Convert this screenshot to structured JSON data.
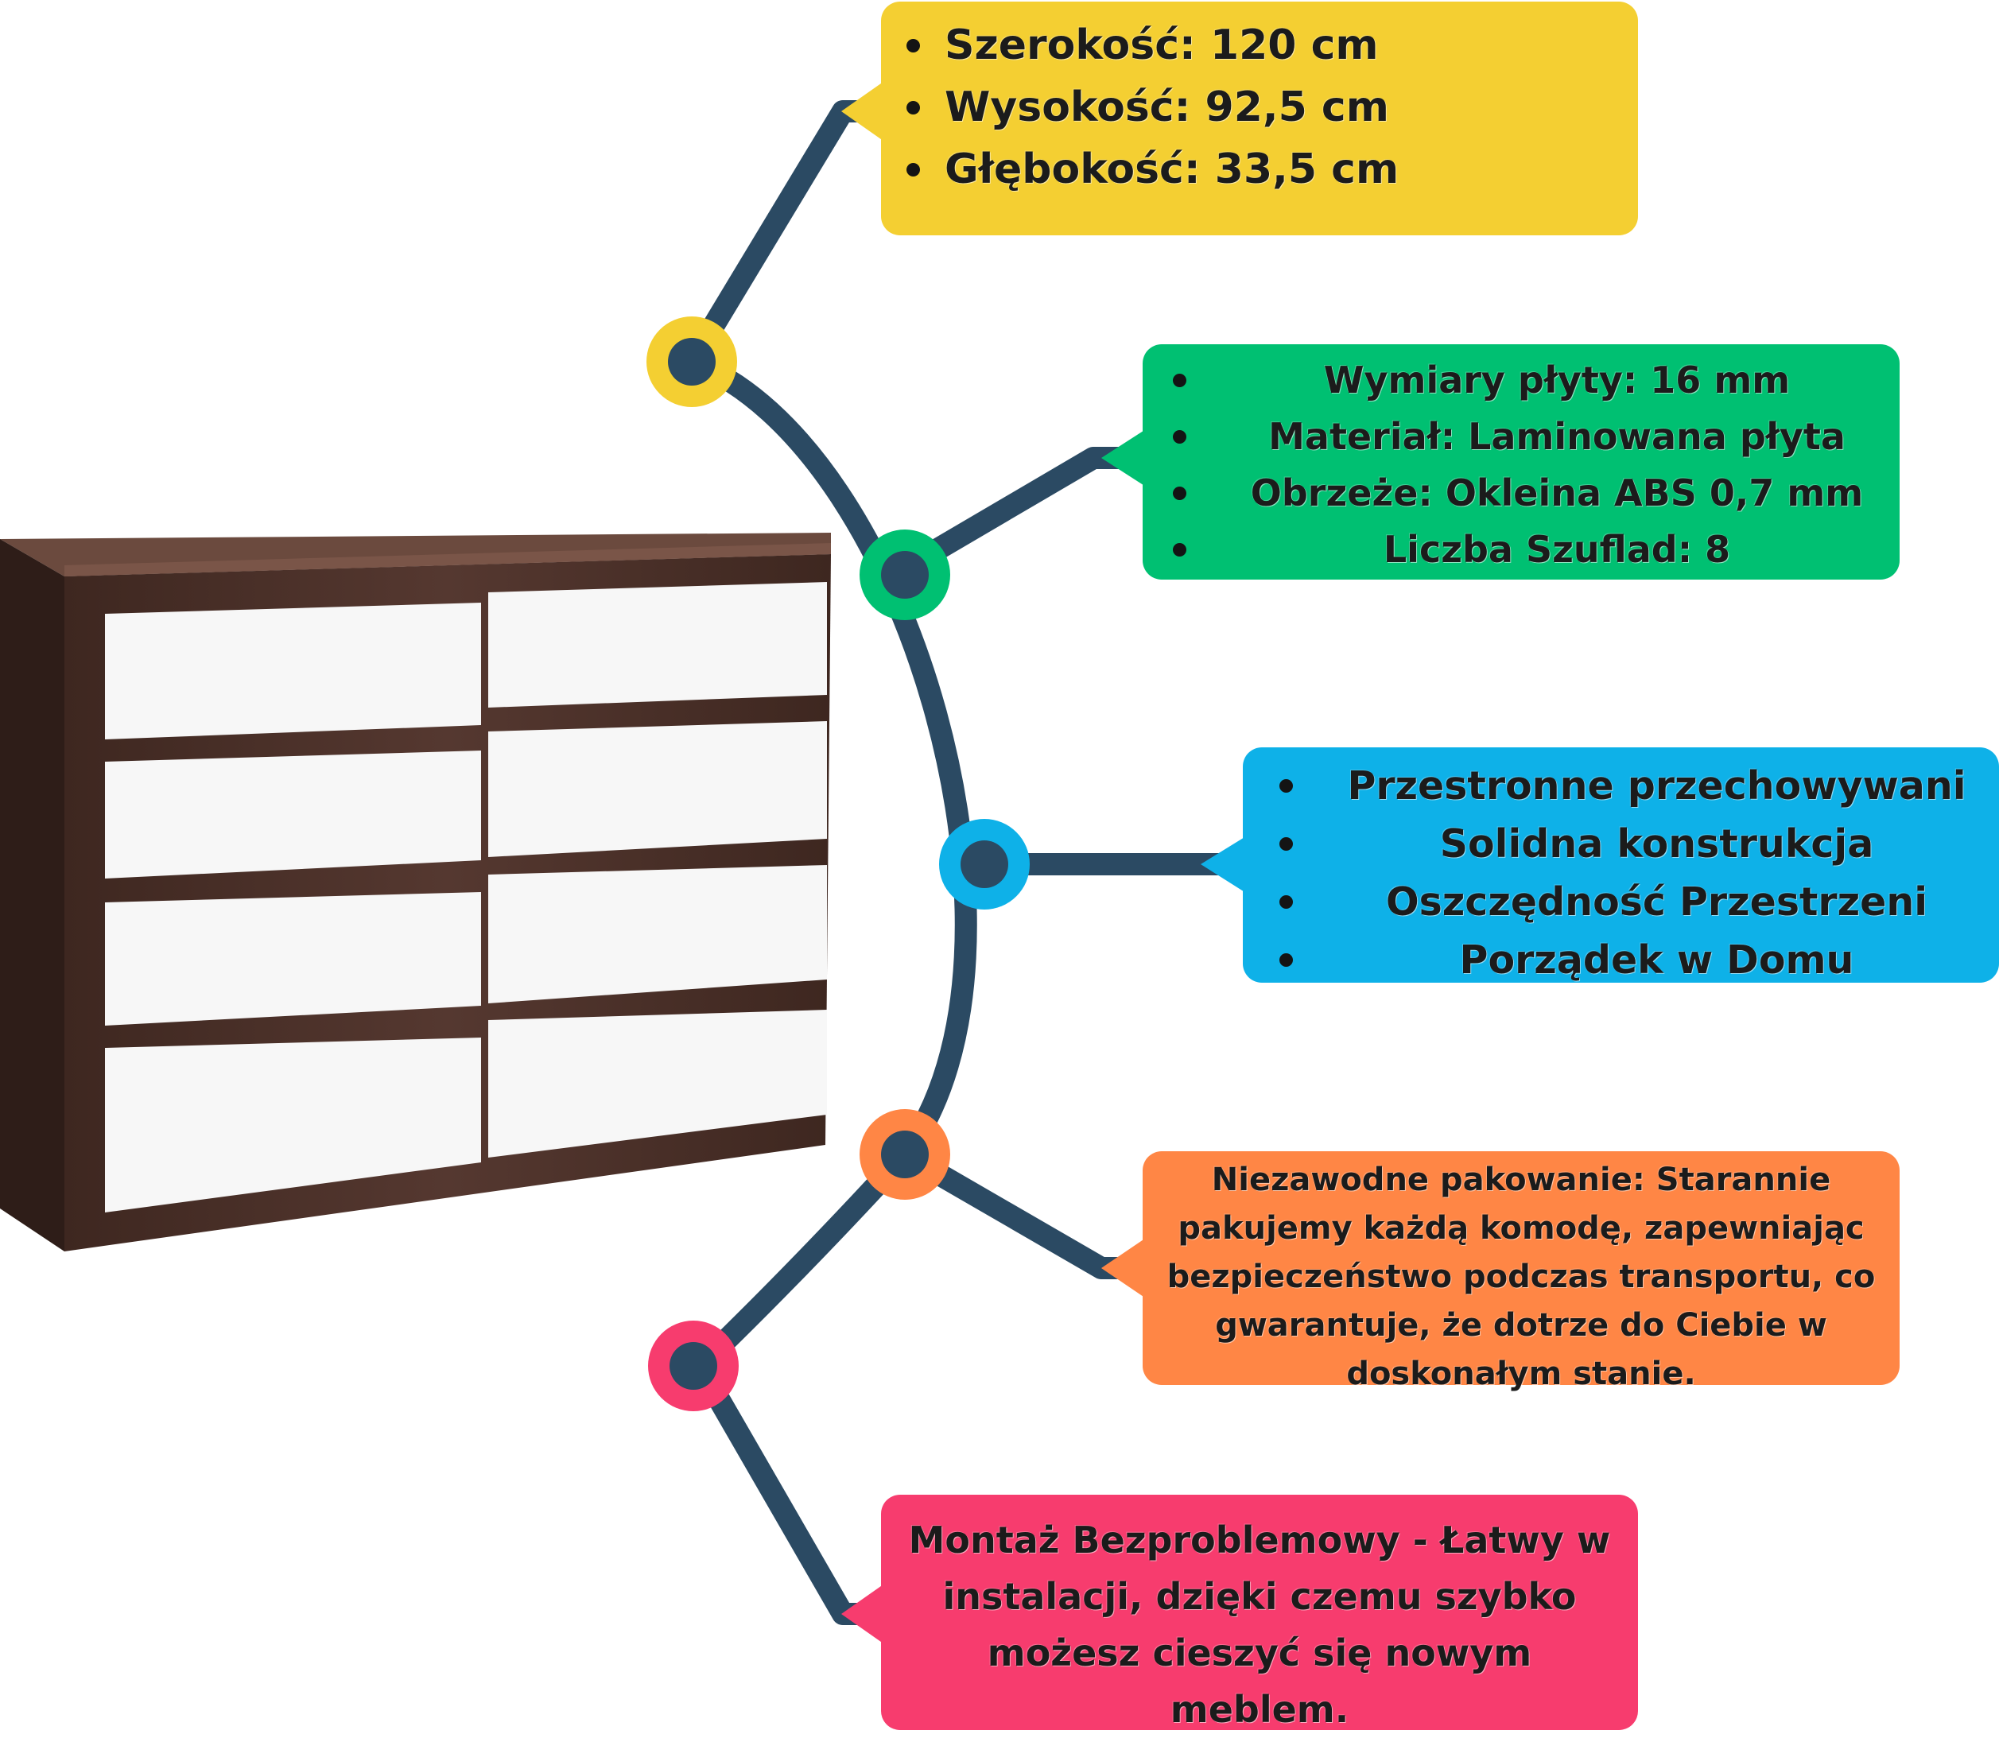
{
  "colors": {
    "connector": "#2B4A63",
    "dims": "#F4CF32",
    "material": "#00C072",
    "benefits": "#0EB1E8",
    "packing": "#FF8645",
    "assembly": "#F73C6E",
    "wood": "#4A2F27",
    "drawer_front": "#F7F7F7"
  },
  "illustration": {
    "subject": "dresser",
    "drawer_count": 8
  },
  "dims": {
    "items": [
      "Szerokość: 120 cm",
      "Wysokość: 92,5 cm",
      "Głębokość: 33,5 cm"
    ]
  },
  "material": {
    "items": [
      "Wymiary płyty: 16 mm",
      "Materiał: Laminowana płyta",
      "Obrzeże: Okleina ABS 0,7 mm",
      "Liczba Szuflad: 8"
    ]
  },
  "benefits": {
    "items": [
      "Przestronne przechowywani",
      "Solidna konstrukcja",
      "Oszczędność Przestrzeni",
      "Porządek w Domu"
    ]
  },
  "packing": {
    "lines": [
      "Niezawodne pakowanie: Starannie",
      "pakujemy każdą komodę, zapewniając",
      "bezpieczeństwo podczas transportu, co",
      "gwarantuje, że dotrze do Ciebie w",
      "doskonałym stanie."
    ]
  },
  "assembly": {
    "lines": [
      "Montaż Bezproblemowy - Łatwy w",
      "instalacji, dzięki czemu szybko",
      "możesz cieszyć się nowym",
      "meblem."
    ]
  }
}
